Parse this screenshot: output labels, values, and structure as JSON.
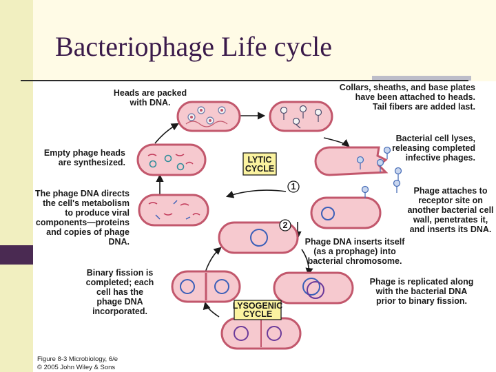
{
  "title": "Bacteriophage Life cycle",
  "labels": {
    "heads_packed": [
      "Heads are packed",
      "with DNA."
    ],
    "collars": [
      "Collars, sheaths, and base plates",
      "have been attached to heads.",
      "Tail fibers are added last."
    ],
    "lyses": [
      "Bacterial cell lyses,",
      "releasing completed",
      "infective phages."
    ],
    "empty_heads": [
      "Empty phage heads",
      "are synthesized."
    ],
    "directs": [
      "The phage DNA directs",
      "the cell's metabolism",
      "to produce viral",
      "components—proteins",
      "and copies of phage",
      "DNA."
    ],
    "attaches": [
      "Phage attaches to",
      "receptor site on",
      "another bacterial cell",
      "wall, penetrates it,",
      "and inserts its DNA."
    ],
    "inserts": [
      "Phage DNA inserts itself",
      "(as a prophage) into",
      "bacterial chromosome."
    ],
    "fission": [
      "Binary fission is",
      "completed; each",
      "cell has the",
      "phage DNA",
      "incorporated."
    ],
    "replicated": [
      "Phage is replicated along",
      "with the bacterial DNA",
      "prior to binary fission."
    ],
    "lytic": [
      "LYTIC",
      "CYCLE"
    ],
    "lysogenic": [
      "LYSOGENIC",
      "CYCLE"
    ],
    "step1": "1",
    "step2": "2"
  },
  "credit": [
    "Figure 8-3 Microbiology, 6/e",
    "© 2005 John Wiley & Sons"
  ],
  "colors": {
    "accent": "#3a1a4a",
    "cell_fill": "#f6c9cf",
    "cell_stroke": "#c2576c",
    "dna": "#3b5fb8",
    "cycle_box": "#fbf3a0"
  }
}
